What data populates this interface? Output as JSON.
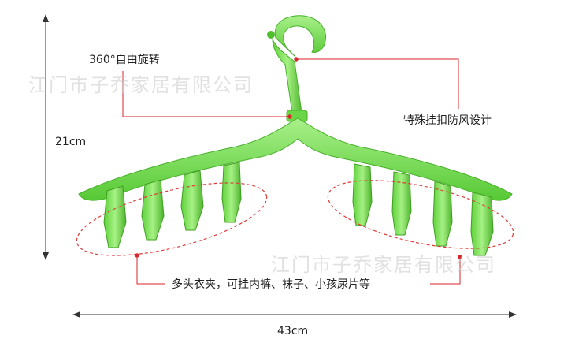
{
  "annotations": {
    "rotate": "360°自由旋转",
    "hook": "特殊挂扣防风设计",
    "clips": "多头衣夹，可挂内裤、袜子、小孩尿片等"
  },
  "dimensions": {
    "height": "21cm",
    "width": "43cm"
  },
  "watermark": "江门市子乔家居有限公司",
  "colors": {
    "hanger": "#7ee65a",
    "hanger_dark": "#4fbf2e",
    "callout_line": "#d9262b",
    "dashed": "#e03b3b"
  }
}
